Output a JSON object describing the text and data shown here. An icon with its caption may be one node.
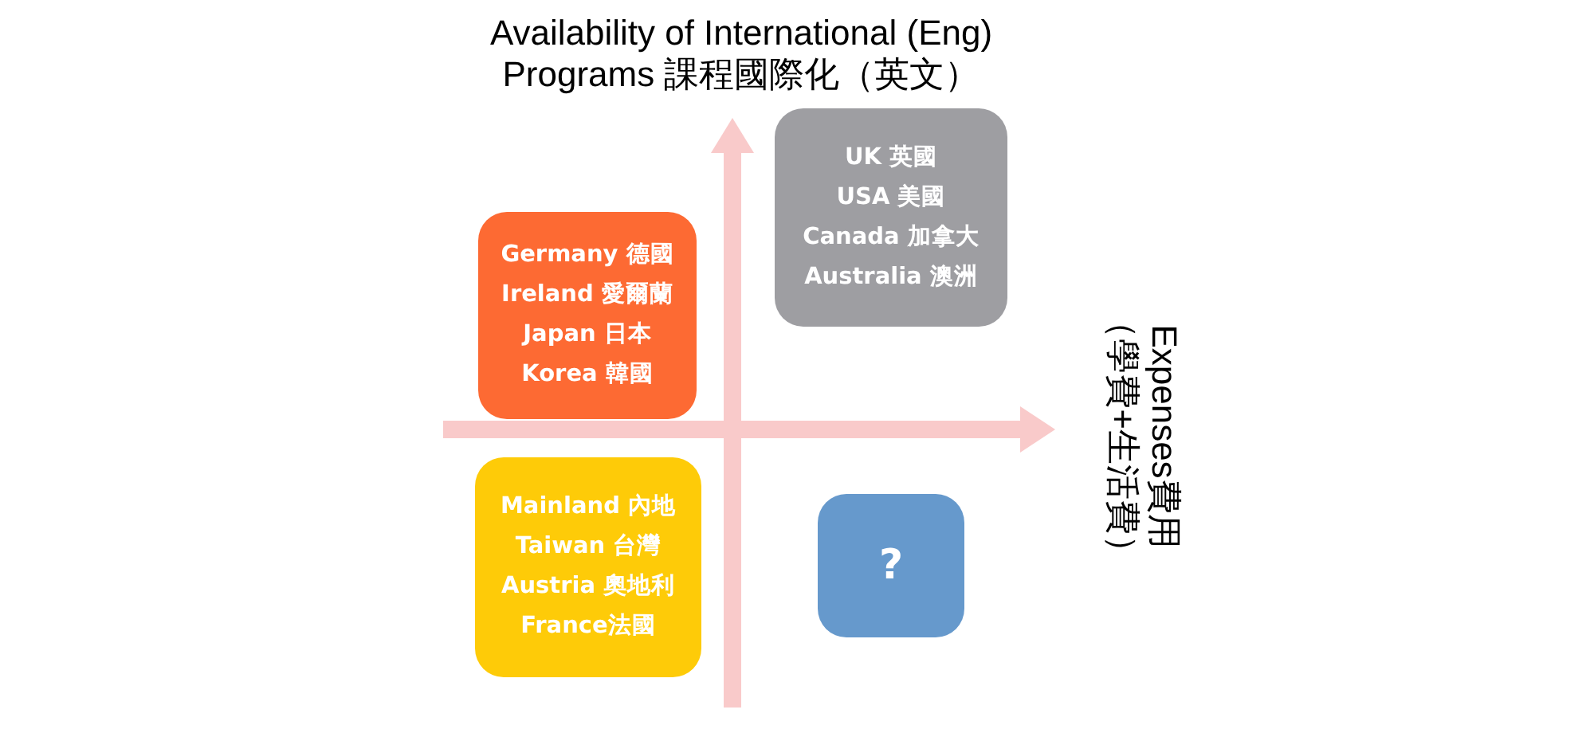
{
  "diagram": {
    "nodes": [
      {
        "text": [
          "Germany 德國",
          "Ireland 愛爾蘭",
          "Japan 日本",
          "Korea 韓國"
        ]
      },
      {
        "text": [
          "UK 英國",
          "USA 美國",
          "Canada 加拿大",
          "Australia 澳洲"
        ]
      },
      {
        "text": [
          "Mainland 內地",
          "Taiwan 台灣",
          "Austria 奧地利",
          "France法國"
        ]
      },
      {
        "text": [
          "?"
        ]
      }
    ],
    "edges": [],
    "labels": [
      "Availability of International (Eng) Programs 課程國際化（英文）",
      "Expenses費用（學費+生活費）"
    ]
  }
}
